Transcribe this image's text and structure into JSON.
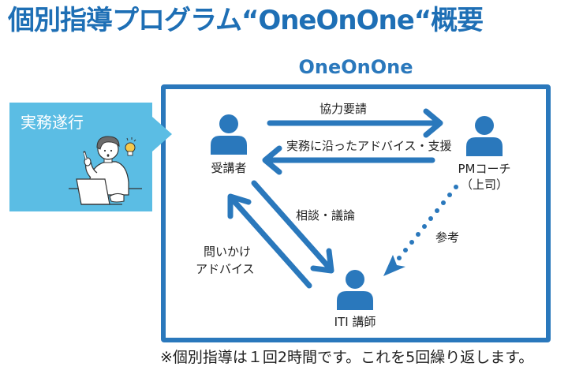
{
  "title": "個別指導プログラム“OneOnOne“概要",
  "box_title": "OneOnOne",
  "callout": {
    "label": "実務遂行",
    "illustration": "person-at-laptop-with-idea",
    "color": "#5BBDE4"
  },
  "nodes": {
    "trainee": {
      "label": "受講者",
      "icon": "person-icon"
    },
    "pm_coach": {
      "label_line1": "PMコーチ",
      "label_line2": "（上司）",
      "icon": "person-icon"
    },
    "iti_instructor": {
      "label": "ITI 講師",
      "icon": "person-icon"
    }
  },
  "edges": {
    "trainee_to_pm": {
      "label": "協力要請",
      "style": "solid"
    },
    "pm_to_trainee": {
      "label": "実務に沿ったアドバイス・支援",
      "style": "solid"
    },
    "trainee_to_iti": {
      "label": "相談・議論",
      "style": "solid"
    },
    "iti_to_trainee": {
      "label_line1": "問いかけ",
      "label_line2": "アドバイス",
      "style": "solid"
    },
    "pm_to_iti": {
      "label": "参考",
      "style": "dotted"
    }
  },
  "footnote": "※個別指導は１回2時間です。これを5回繰り返します。",
  "colors": {
    "title": "#1E6FB5",
    "accent": "#2A78BC",
    "callout": "#5BBDE4"
  }
}
